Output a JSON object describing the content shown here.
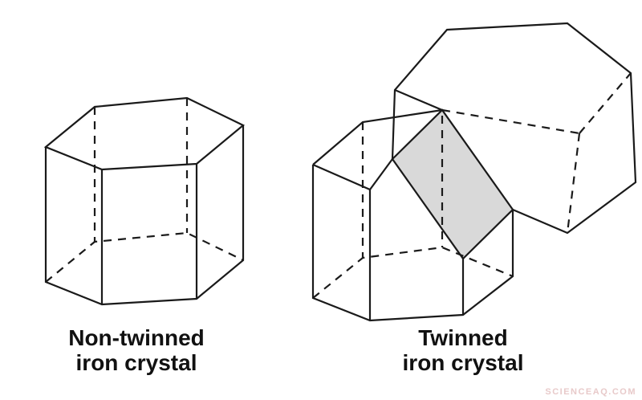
{
  "diagram": {
    "title_implicit": "Iron crystal twinning comparison",
    "figures": [
      {
        "id": "non-twinned",
        "label_line1": "Non-twinned",
        "label_line2": "iron crystal"
      },
      {
        "id": "twinned",
        "label_line1": "Twinned",
        "label_line2": "iron crystal"
      }
    ],
    "watermark": "SCIENCEAQ.COM",
    "colors": {
      "stroke": "#1a1a1a",
      "twin_plane_fill": "#d9d9d9",
      "label_text": "#111111",
      "watermark": "#e8caca",
      "background": "#ffffff"
    }
  }
}
